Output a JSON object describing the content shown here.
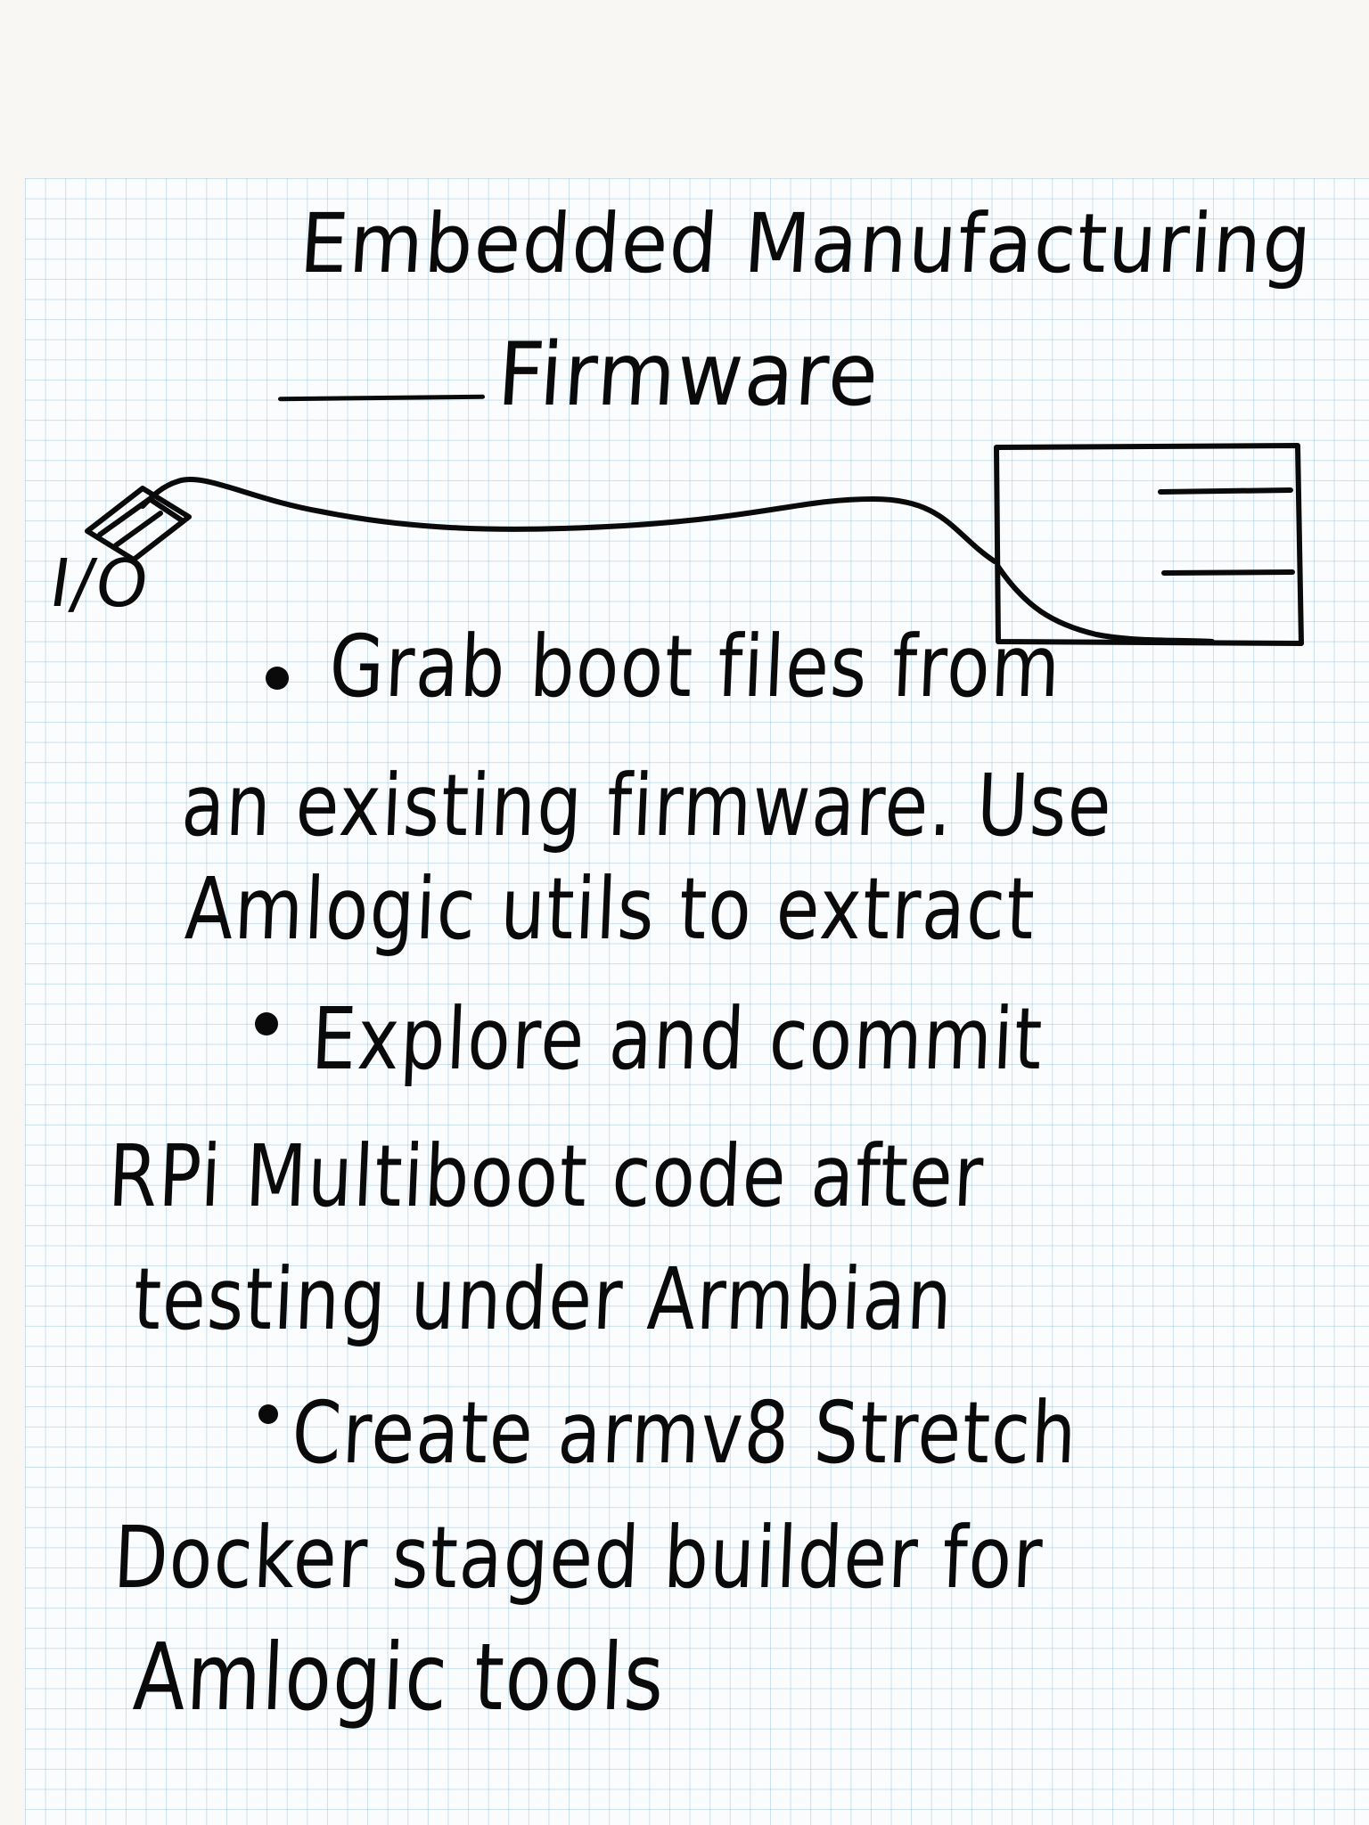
{
  "note": {
    "title_line1": "Embedded Manufacturing",
    "title_line2": "Firmware",
    "io_label": "I/O",
    "bullets": [
      {
        "lines": [
          "Grab boot files from",
          "an existing firmware. Use",
          "Amlogic utils to extract"
        ]
      },
      {
        "lines": [
          "Explore and commit",
          "RPi Multiboot code after",
          "testing under Armbian"
        ]
      },
      {
        "lines": [
          "Create armv8 Stretch",
          "Docker staged builder for",
          "Amlogic tools"
        ]
      }
    ]
  },
  "colors": {
    "ink": "#0a0a0a",
    "paper": "#f8f7f3",
    "grid_line": "#8cbedc"
  },
  "icons": [
    "device-box-icon",
    "cable-line",
    "io-connector-icon"
  ]
}
